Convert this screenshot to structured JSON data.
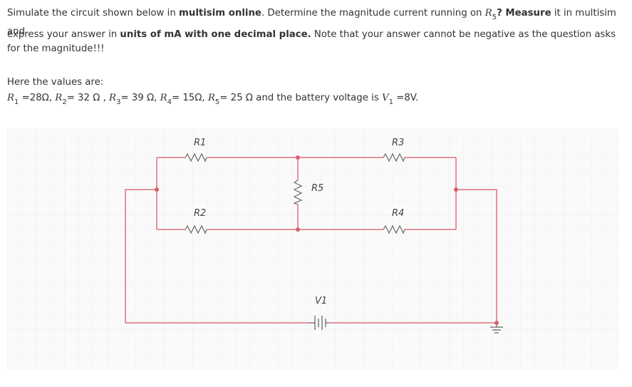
{
  "question": {
    "line1_pre": "Simulate the circuit shown below in ",
    "line1_bold1": "multisim online",
    "line1_mid": ". Determine the magnitude current running on ",
    "line1_var": "R",
    "line1_sub": "5",
    "line1_q": "? ",
    "line1_bold2": "Measure",
    "line1_end": " it in multisim and",
    "line2_pre": "express your answer in ",
    "line2_bold": "units of mA with one decimal place.",
    "line2_end": " Note that your answer cannot be negative as the question asks for the magnitude!!!",
    "values_heading": "Here the values are:",
    "values": [
      {
        "var": "R",
        "sub": "1",
        "text": " =28Ω, "
      },
      {
        "var": "R",
        "sub": "2",
        "text": "= 32 Ω , "
      },
      {
        "var": "R",
        "sub": "3",
        "text": "= 39 Ω, "
      },
      {
        "var": "R",
        "sub": "4",
        "text": "= 15Ω, "
      },
      {
        "var": "R",
        "sub": "5",
        "text": "= 25 Ω and the battery voltage is "
      },
      {
        "var": "V",
        "sub": "1",
        "text": " =8V."
      }
    ]
  },
  "schematic": {
    "labels": {
      "r1": "R1",
      "r2": "R2",
      "r3": "R3",
      "r4": "R4",
      "r5": "R5",
      "v1": "V1"
    },
    "colors": {
      "wire": "#e0707a",
      "node": "#d9606b",
      "component": "#666666",
      "grid": "#f0f0f0",
      "background": "#fafafa"
    }
  }
}
